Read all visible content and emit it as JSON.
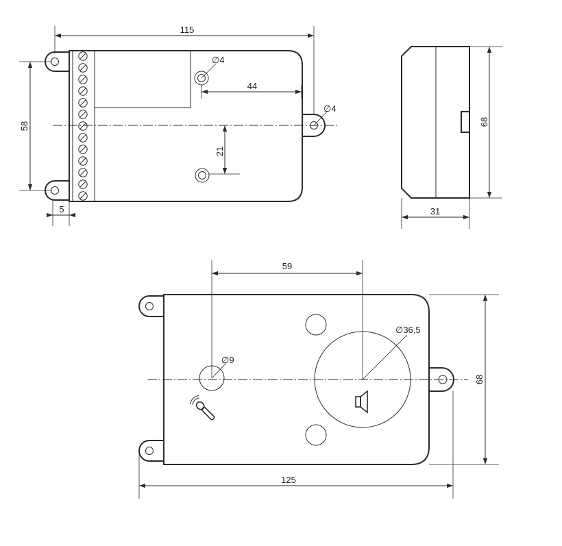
{
  "top_view": {
    "dim_width": "115",
    "dim_height": "58",
    "dim_hole_offset": "44",
    "dim_hole_spacing": "21",
    "dim_tab": "5",
    "hole_dia_1": "∅4",
    "hole_dia_2": "∅4",
    "terminal_count": 13
  },
  "side_view": {
    "dim_height": "68",
    "dim_depth": "31"
  },
  "front_view": {
    "dim_spacing": "59",
    "speaker_dia": "∅36,5",
    "mic_dia": "∅9",
    "dim_height": "68",
    "dim_width": "125",
    "mic_icon": "microphone-icon",
    "speaker_icon": "speaker-icon"
  }
}
